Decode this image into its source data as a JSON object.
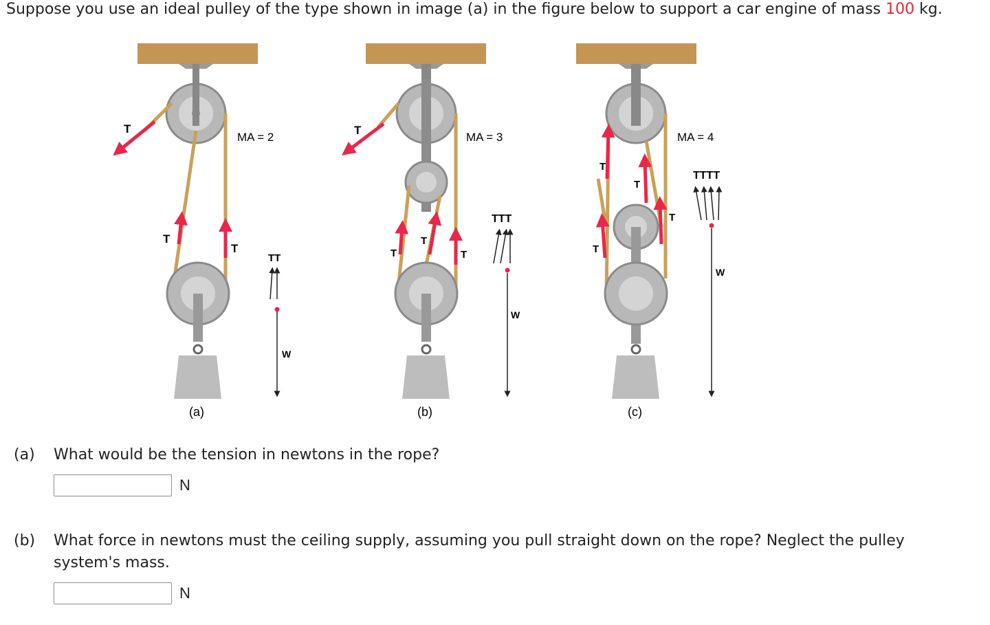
{
  "problem": {
    "intro_before": "Suppose you use an ideal pulley of the type shown in image (a) in the figure below to support a car engine of mass ",
    "mass_value": "100",
    "intro_after": " kg."
  },
  "figure": {
    "colors": {
      "ceiling": "#c49553",
      "rope": "#c8a15a",
      "arrow": "#e8274a",
      "pulley": "#b8b8b8",
      "weight": "#bdbdbd"
    },
    "panels": [
      {
        "label": "(a)",
        "ma": "MA = 2",
        "t_labels": [
          "T",
          "T",
          "T"
        ],
        "fbd_t": "TT",
        "w": "W"
      },
      {
        "label": "(b)",
        "ma": "MA = 3",
        "t_labels": [
          "T",
          "T",
          "T",
          "T"
        ],
        "fbd_t": "TTT",
        "w": "W"
      },
      {
        "label": "(c)",
        "ma": "MA = 4",
        "t_labels": [
          "T",
          "T",
          "T",
          "T"
        ],
        "fbd_t": "TTTT",
        "w": "W"
      }
    ]
  },
  "questions": [
    {
      "label": "(a)",
      "text": "What would be the tension in newtons in the rope?",
      "value": "",
      "unit": "N"
    },
    {
      "label": "(b)",
      "text_line1": "What force in newtons must the ceiling supply, assuming you pull straight down on the rope? Neglect the pulley",
      "text_line2": "system's mass.",
      "value": "",
      "unit": "N"
    }
  ]
}
